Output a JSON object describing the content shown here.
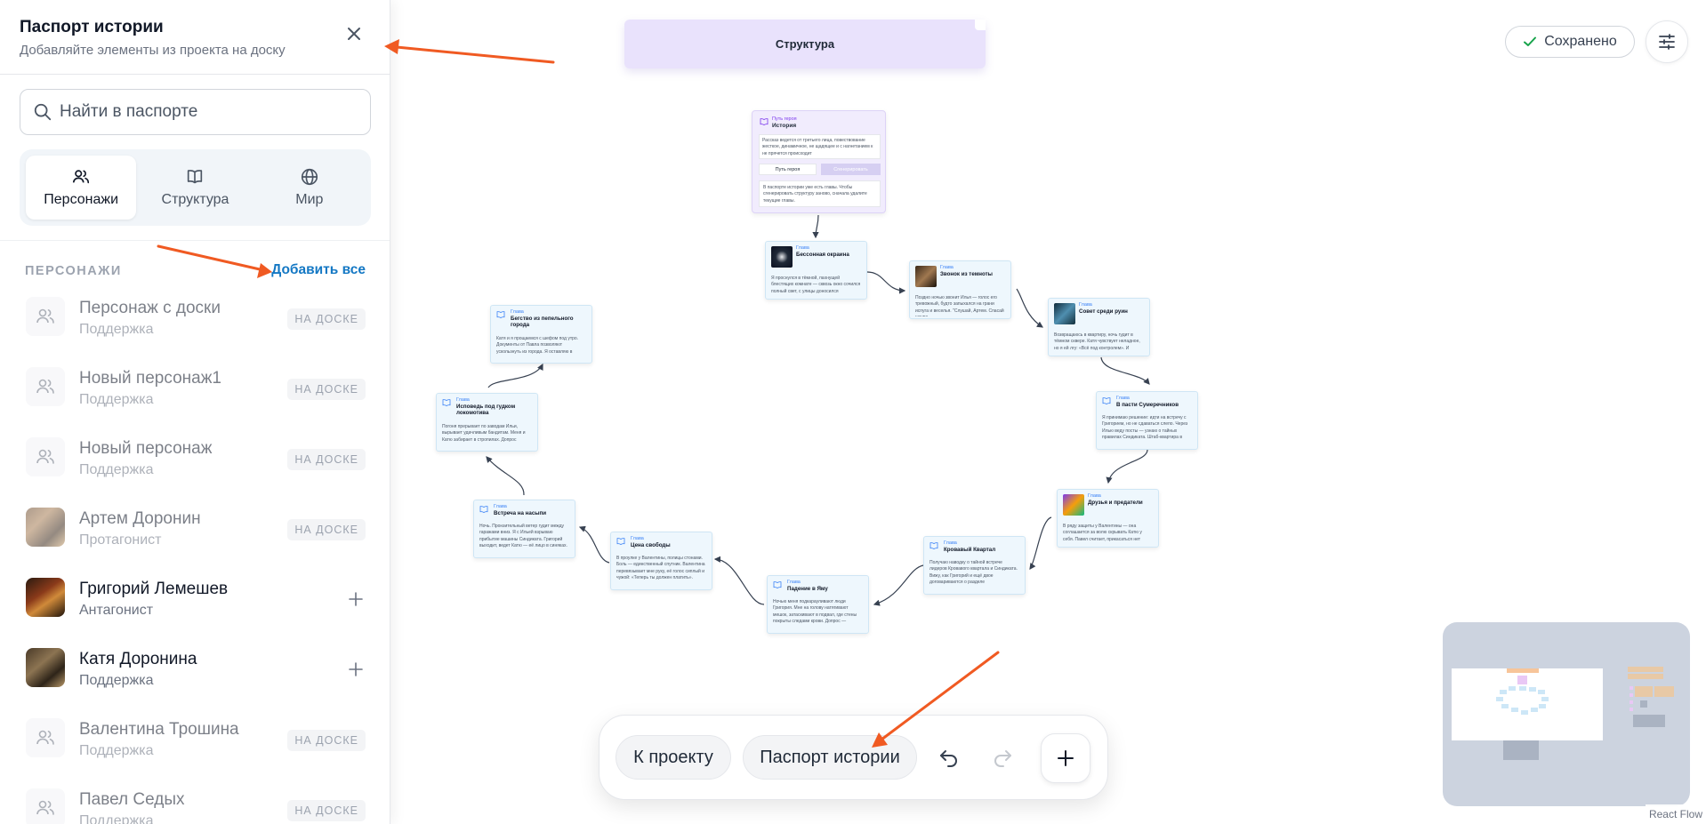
{
  "sidebar": {
    "title": "Паспорт истории",
    "subtitle": "Добавляйте элементы из проекта на доску",
    "search_placeholder": "Найти в паспорте",
    "tabs": [
      {
        "label": "Персонажи",
        "icon": "users-icon",
        "active": true
      },
      {
        "label": "Структура",
        "icon": "book-icon",
        "active": false
      },
      {
        "label": "Мир",
        "icon": "globe-icon",
        "active": false
      }
    ],
    "section_title": "ПЕРСОНАЖИ",
    "add_all": "Добавить все",
    "items": [
      {
        "name": "Персонаж с доски",
        "role": "Поддержка",
        "badge": "НА ДОСКЕ"
      },
      {
        "name": "Новый персонаж1",
        "role": "Поддержка",
        "badge": "НА ДОСКЕ"
      },
      {
        "name": "Новый персонаж",
        "role": "Поддержка",
        "badge": "НА ДОСКЕ"
      },
      {
        "name": "Артем Доронин",
        "role": "Протагонист",
        "badge": "НА ДОСКЕ"
      },
      {
        "name": "Григорий Лемешев",
        "role": "Антагонист"
      },
      {
        "name": "Катя Доронина",
        "role": "Поддержка"
      },
      {
        "name": "Валентина Трошина",
        "role": "Поддержка",
        "badge": "НА ДОСКЕ"
      },
      {
        "name": "Павел Седых",
        "role": "Поддержка",
        "badge": "НА ДОСКЕ"
      }
    ]
  },
  "canvas": {
    "group_title": "Структура",
    "saved_label": "Сохранено",
    "story_node": {
      "kind": "Путь героя",
      "title": "История",
      "text": "Рассказ ведется от третьего лица, повествование жесткое, динамичное, не щадящее и с нагнетанием к не прячется происходит",
      "btn1": "Путь героя",
      "btn2": "Сгенерировать",
      "note": "В паспорте истории уже есть главы. Чтобы сгенерировать структуру заново, сначала удалите текущие главы."
    },
    "chapters": [
      {
        "kind": "Глава",
        "title": "Бессонная окраина",
        "text": "Я проснулся в тёмной, пахнущей блестящих комнате — сквозь окно сочился полный свет, с улицы доносился"
      },
      {
        "kind": "Глава",
        "title": "Звонок из темноты",
        "text": "Поздно ночью звонит Илья — голос его тревожный, будто запыхался на грани испуга и веселья. \"Слушай, Артем. Спасай шкуре"
      },
      {
        "kind": "Глава",
        "title": "Совет среди руин",
        "text": "Возвращаюсь в квартиру, ночь гудит в тёмном сквере. Катя чувствует неладное, но я ей лгу: «Всё под контролем». И"
      },
      {
        "kind": "Глава",
        "title": "В пасти Сумеречников",
        "text": "Я принимаю решение: идти на встречу с Григорием, но не сдаваться слепо. Через Илью веду посты — узнаю о тайных правилах Синдиката. Штаб-квартира в"
      },
      {
        "kind": "Глава",
        "title": "Друзья и предатели",
        "text": "В ряду защиты у Валентины — она соглашается за волю скрывать Катю у себя. Павел считает, прикасаться нет"
      },
      {
        "kind": "Глава",
        "title": "Кровавый Квартал",
        "text": "Получаю наводку о тайной встрече лидеров Кровавого квартала и Синдиката. Вижу, как Григорий и ещё двое договариваются о разделе"
      },
      {
        "kind": "Глава",
        "title": "Падение в Яму",
        "text": "Ночью меня подкарауливают люди Григория. Мне на голову натягивают мешок, затаскивают в подвал, где стены покрыты следами крови. Допрос —"
      },
      {
        "kind": "Глава",
        "title": "Цена свободы",
        "text": "В проулке у Валентины, полицы стонами. Боль — единственный спутник. Валентина перевязывает мне руку, её голос сиплый и чужой: «Теперь ты должен платить»."
      },
      {
        "kind": "Глава",
        "title": "Встреча на насыпи",
        "text": "Ночь. Пронзительный ветер гудит между гаражами вниз. Я с Ильей взрываю прибытие машины Синдиката. Григорий выходит, ведет Катю — её лицо в синяках."
      },
      {
        "kind": "Глава",
        "title": "Исповедь под гудком локомотива",
        "text": "Погоня прерывает по заводам Ильи, вырывает удачливым бандитам. Меня и Катю забирает в стропилах. Допрос"
      },
      {
        "kind": "Глава",
        "title": "Бегство из пепельного города",
        "text": "Катя и я прощаемся с шефом под утро. Документы от Павла позволяют ускользнуть из города. Я оставляю в"
      }
    ]
  },
  "toolbar": {
    "to_project": "К проекту",
    "passport": "Паспорт истории"
  },
  "attribution": "React Flow",
  "colors": {
    "accent": "#1478c4",
    "arrow": "#f05a22",
    "group_bg": "#e9e2fc",
    "chapter_bg": "#eef7fd",
    "minimap_bg": "#ccd3df"
  }
}
